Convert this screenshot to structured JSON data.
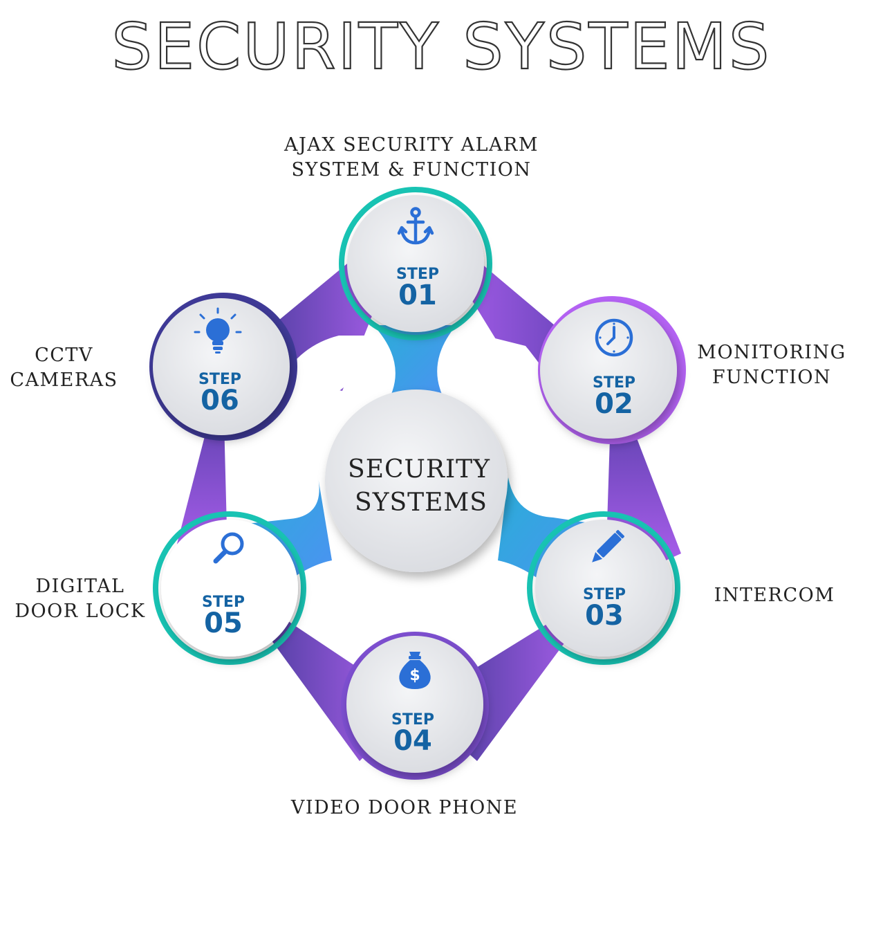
{
  "title": "SECURITY SYSTEMS",
  "center": {
    "line1": "SECURITY",
    "line2": "SYSTEMS"
  },
  "step_word": "STEP",
  "steps": [
    {
      "number": "01",
      "icon": "anchor-icon",
      "label_line1": "AJAX SECURITY ALARM",
      "label_line2": "SYSTEM & FUNCTION"
    },
    {
      "number": "02",
      "icon": "clock-icon",
      "label_line1": "MONITORING",
      "label_line2": "FUNCTION"
    },
    {
      "number": "03",
      "icon": "pencil-icon",
      "label_line1": "INTERCOM",
      "label_line2": ""
    },
    {
      "number": "04",
      "icon": "money-bag-icon",
      "label_line1": "VIDEO DOOR PHONE",
      "label_line2": ""
    },
    {
      "number": "05",
      "icon": "search-icon",
      "label_line1": "DIGITAL",
      "label_line2": "DOOR LOCK"
    },
    {
      "number": "06",
      "icon": "lightbulb-icon",
      "label_line1": "CCTV",
      "label_line2": "CAMERAS"
    }
  ],
  "colors": {
    "purple": "#a85ff0",
    "indigo": "#3f3a98",
    "blue": "#3a8ff0",
    "teal": "#16c2b4",
    "step_text": "#1463a3",
    "icon": "#2b6fd6"
  }
}
